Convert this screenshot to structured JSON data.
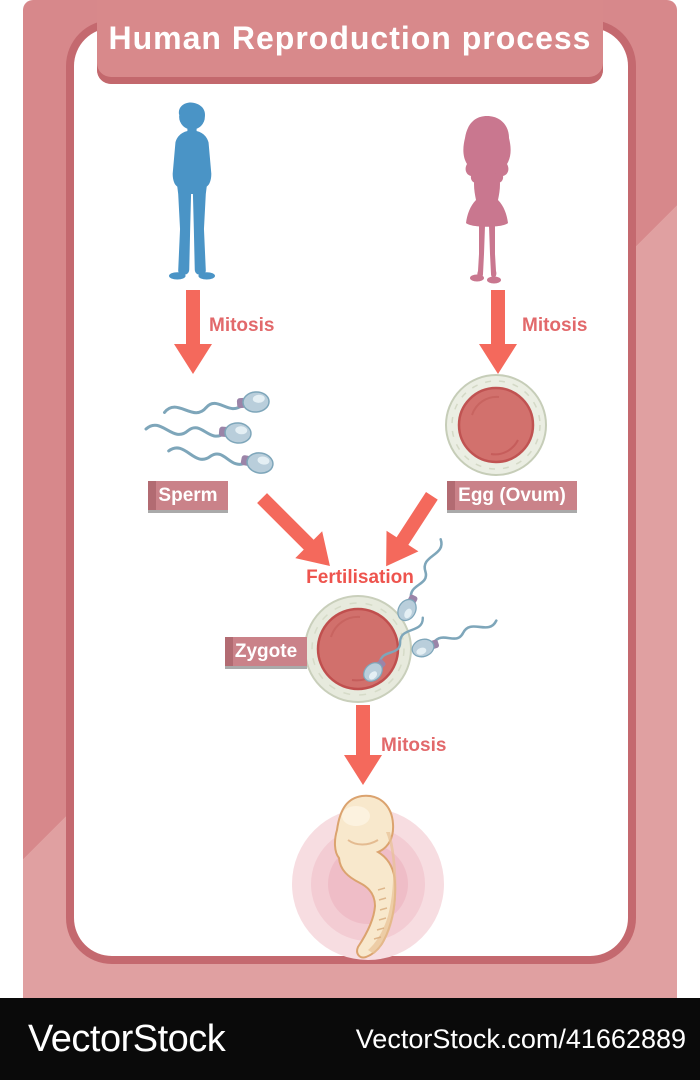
{
  "title": "Human Reproduction process",
  "stages": {
    "male_arrow_label": "Mitosis",
    "female_arrow_label": "Mitosis",
    "sperm_label": "Sperm",
    "egg_label": "Egg (Ovum)",
    "fertilisation_label": "Fertilisation",
    "zygote_label": "Zygote",
    "zygote_arrow_label": "Mitosis"
  },
  "watermark": {
    "brand": "VectorStock",
    "image_ref": "VectorStock.com/41662889"
  },
  "icons": {
    "man": "man-silhouette-icon",
    "woman": "woman-silhouette-icon",
    "sperm": "sperm-cell-icon",
    "egg": "egg-ovum-icon",
    "zygote": "zygote-icon",
    "embryo": "embryo-icon",
    "arrow": "down-arrow-icon"
  },
  "colors": {
    "frame": "#d7888b",
    "frame_light": "#e0a0a1",
    "bevel": "#c4696f",
    "banner": "#d8898b",
    "banner_shadow": "#c3686d",
    "arrow": "#f4695c",
    "label_bg": "#ca8289",
    "label_edge": "#b26b72",
    "label_text": "#ffffff",
    "mitosis_text": "#e2696b",
    "fertilisation_text": "#ee544e",
    "male_silhouette": "#4a94c6",
    "female_silhouette": "#c9778f",
    "egg_ring": "#ebeee3",
    "egg_core": "#d2716d",
    "watermark_bg": "#0a0a0a",
    "watermark_text": "#ffffff"
  }
}
